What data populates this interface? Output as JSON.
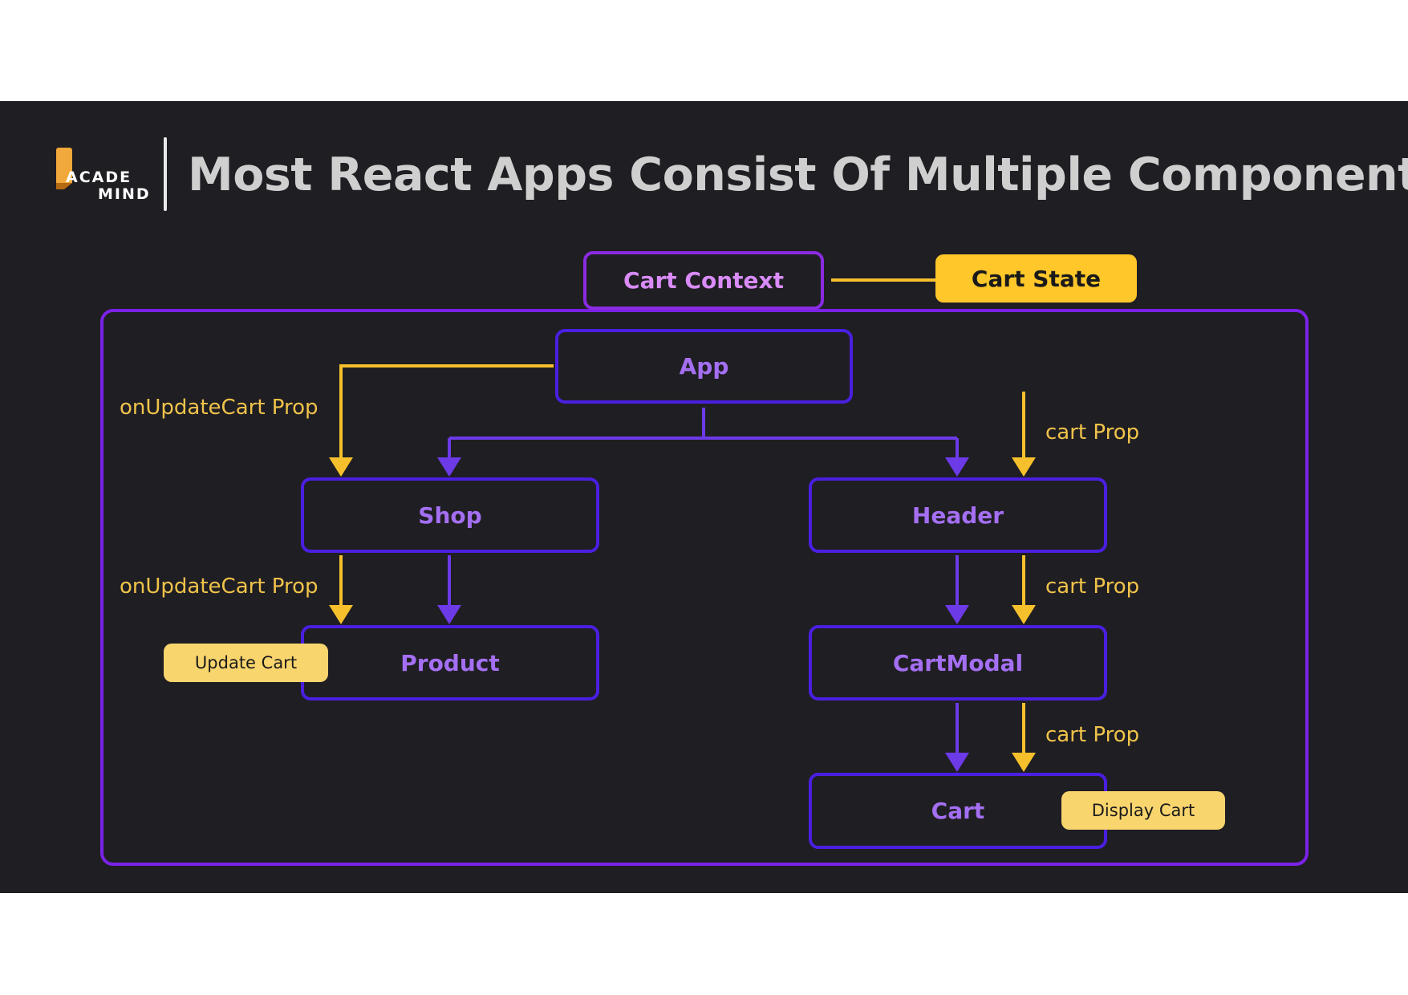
{
  "slide": {
    "title": "Most React Apps Consist Of Multiple Components",
    "logo": {
      "line1": "ACADE",
      "line2": "MIND"
    }
  },
  "context": {
    "cart_context": "Cart Context",
    "cart_state": "Cart State"
  },
  "components": {
    "app": "App",
    "shop": "Shop",
    "header": "Header",
    "product": "Product",
    "cart_modal": "CartModal",
    "cart": "Cart"
  },
  "notes": {
    "update_cart": "Update Cart",
    "display_cart": "Display Cart"
  },
  "prop_labels": {
    "app_to_shop": "onUpdateCart Prop",
    "shop_to_product": "onUpdateCart Prop",
    "to_header": "cart Prop",
    "header_to_modal": "cart Prop",
    "modal_to_cart": "cart Prop"
  },
  "colors": {
    "background": "#1f1e23",
    "component_border": "#4a1fe0",
    "context_border": "#8a2be2",
    "component_text": "#a46ff2",
    "prop_arrow": "#f5c02c",
    "child_arrow": "#6d3ae8",
    "note_fill": "#f9d56e",
    "state_fill": "#ffc729"
  }
}
